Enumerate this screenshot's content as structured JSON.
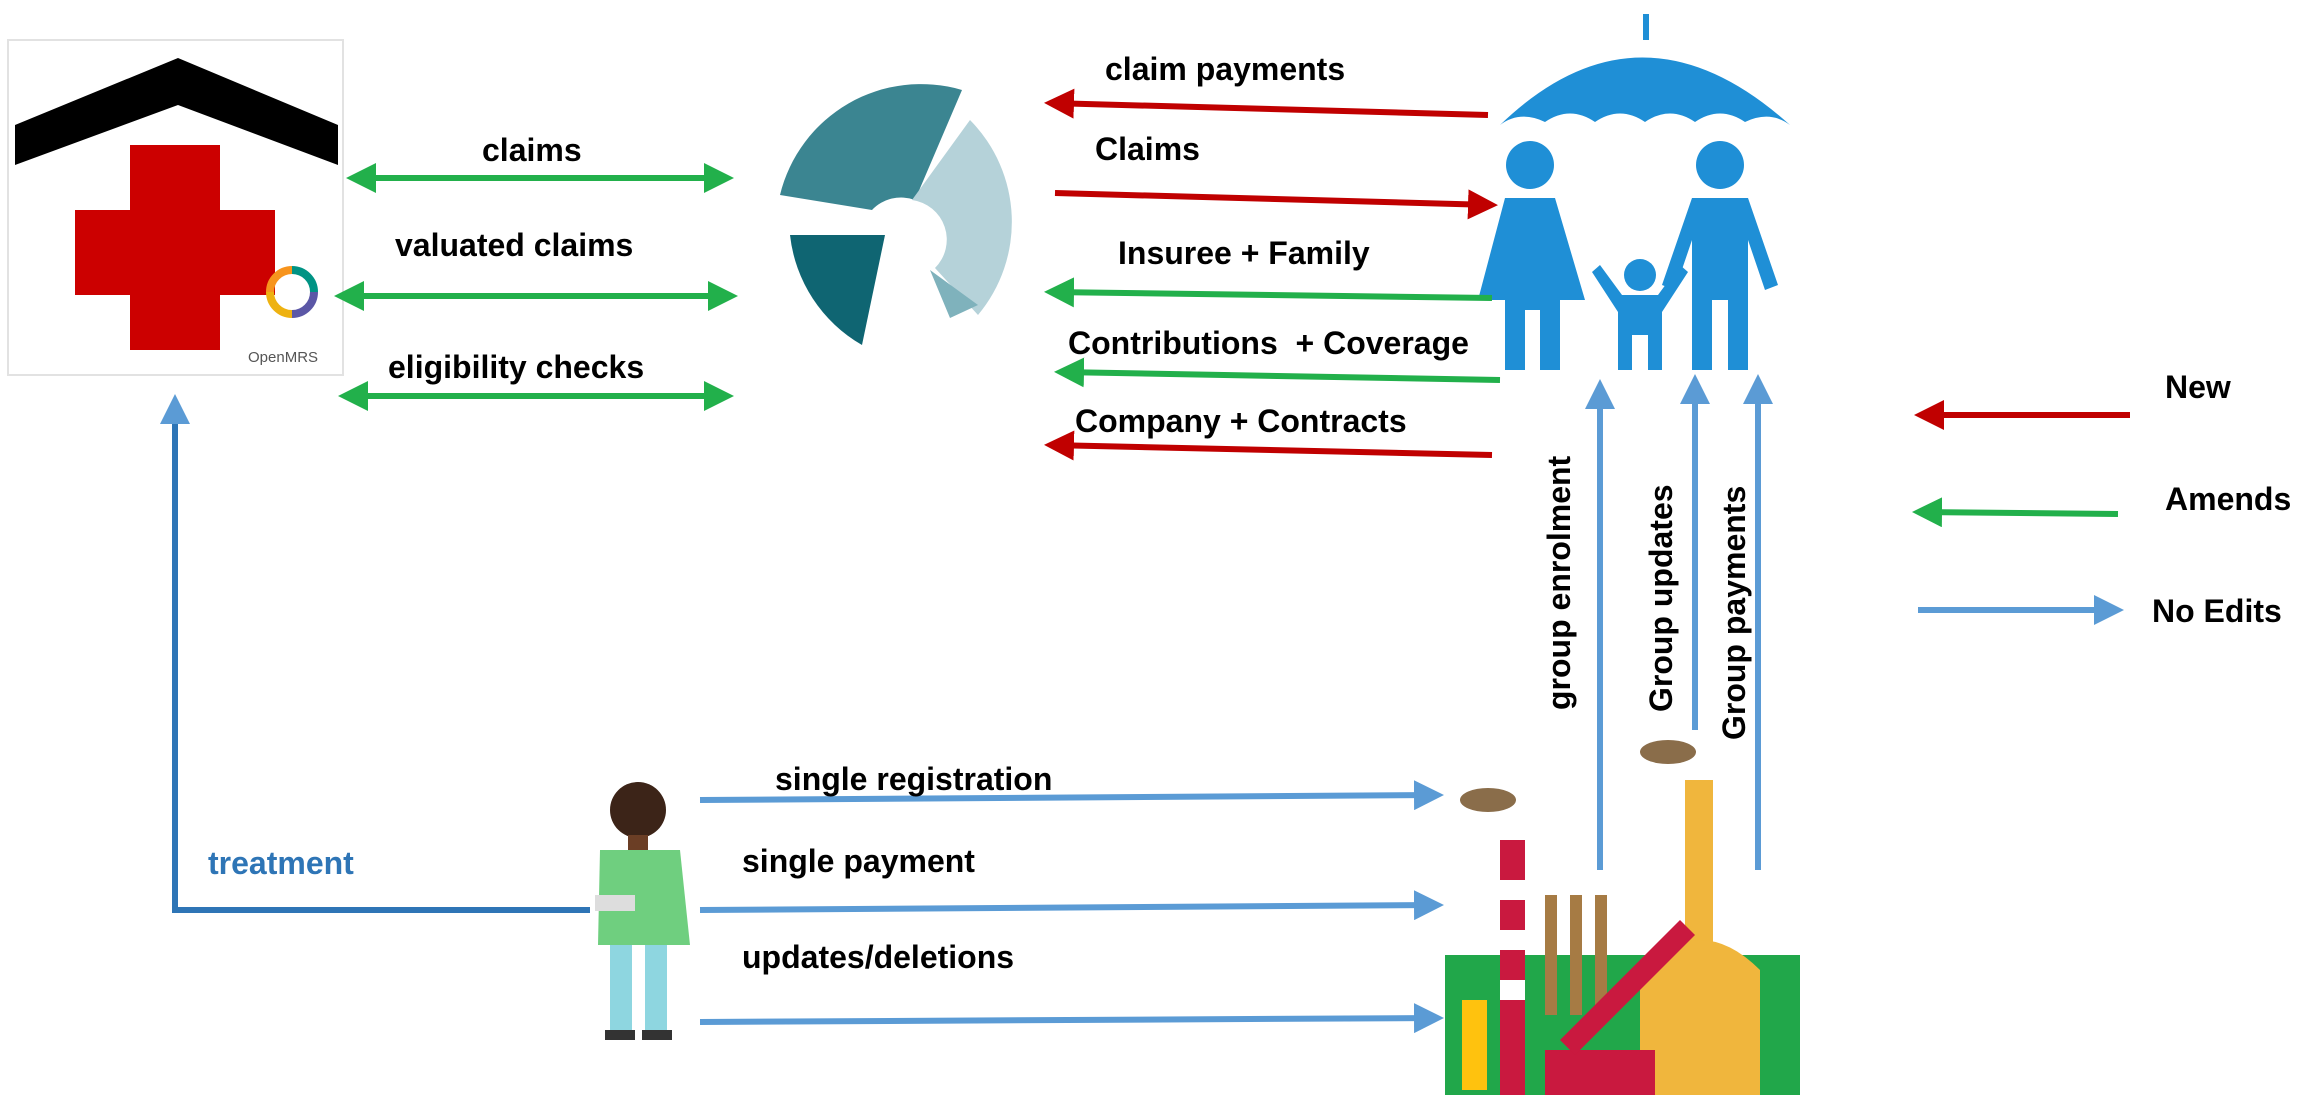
{
  "diagram": {
    "hospital": {
      "logo_text": "OpenMRS"
    },
    "links": {
      "claims": "claims",
      "valuated_claims": "valuated claims",
      "eligibility_checks": "eligibility checks",
      "claim_payments": "claim payments",
      "claims_upper": "Claims",
      "insuree_family": "Insuree + Family",
      "contributions_coverage": "Contributions  + Coverage",
      "company_contracts": "Company + Contracts",
      "group_enrolment": "group enrolment",
      "group_updates": "Group updates",
      "group_payments": "Group payments",
      "single_registration": "single registration",
      "single_payment": "single payment",
      "updates_deletions": "updates/deletions",
      "treatment": "treatment"
    },
    "legend": {
      "new": "New",
      "amends": "Amends",
      "no_edits": "No Edits"
    },
    "colors": {
      "new": "#c00000",
      "amends": "#22b04b",
      "no_edits": "#5b9bd5",
      "treatment_text": "#2e75b6",
      "family_blue": "#1f8fd6"
    }
  }
}
